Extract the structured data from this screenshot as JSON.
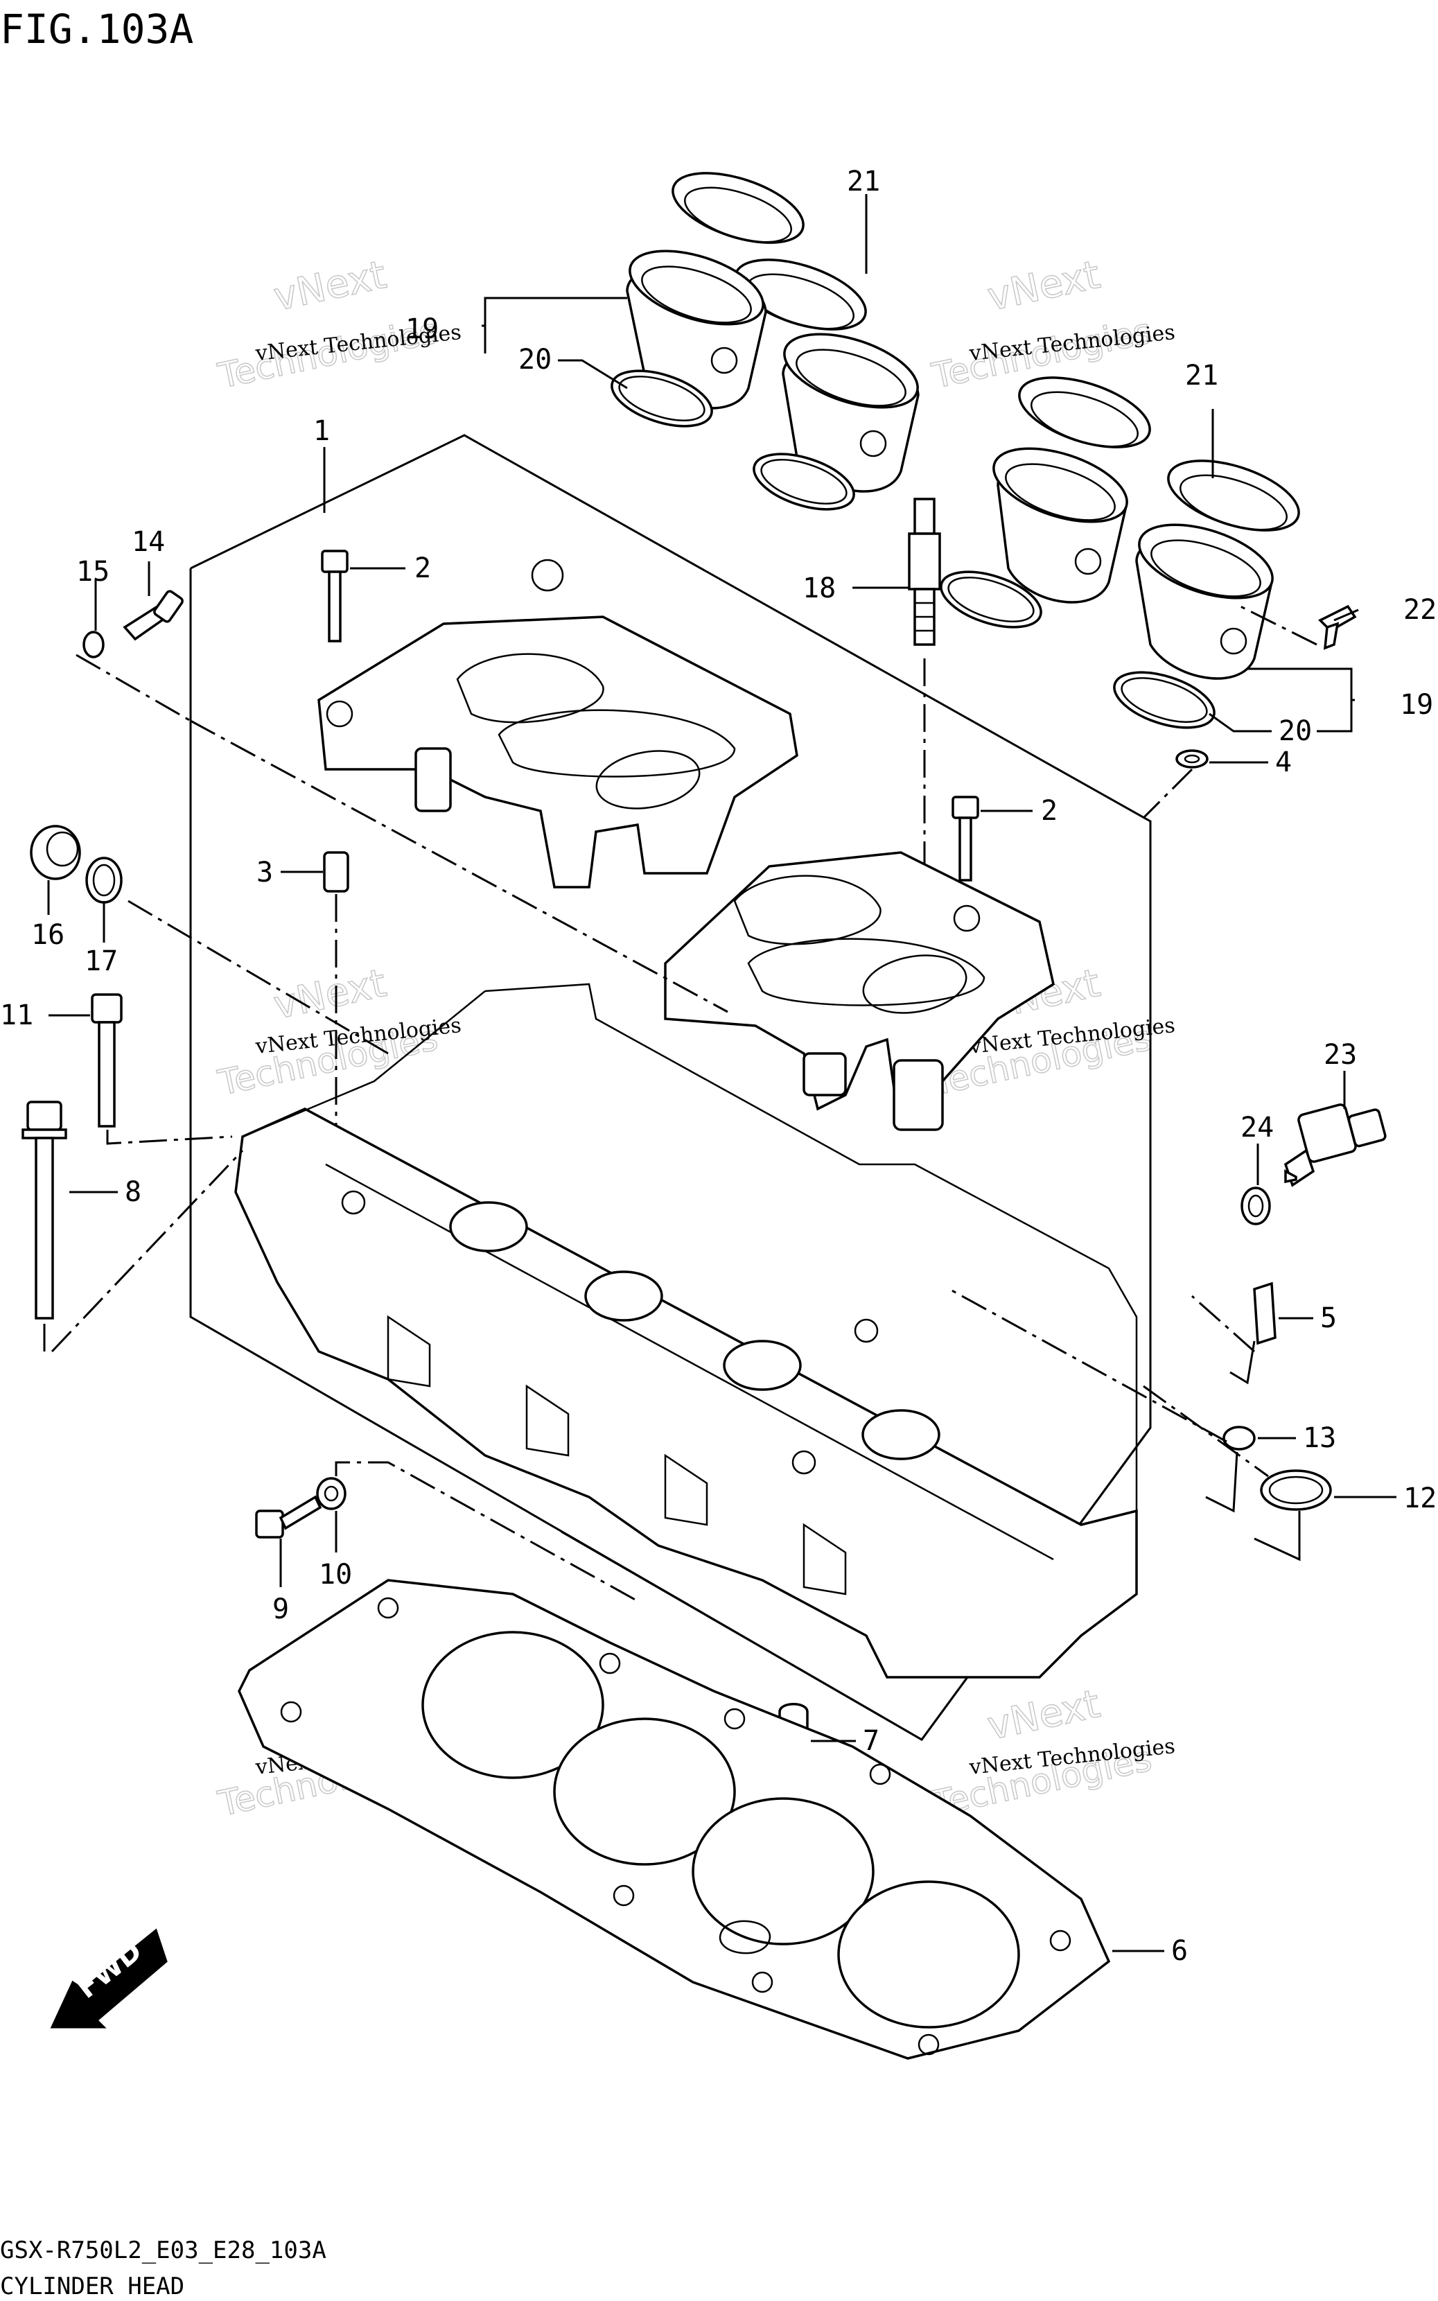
{
  "figure": {
    "title": "FIG.103A",
    "code": "GSX-R750L2_E03_E28_103A",
    "name": "CYLINDER HEAD"
  },
  "watermark": {
    "line1": "vNext Technologies",
    "line2": "vNext",
    "line3": "Technologies"
  },
  "fwd_label": "FWD",
  "callouts": {
    "c1": "1",
    "c2a": "2",
    "c2b": "2",
    "c3": "3",
    "c4": "4",
    "c5": "5",
    "c6": "6",
    "c7": "7",
    "c8": "8",
    "c9": "9",
    "c10": "10",
    "c11": "11",
    "c12": "12",
    "c13": "13",
    "c14": "14",
    "c15": "15",
    "c16": "16",
    "c17": "17",
    "c18": "18",
    "c19a": "19",
    "c19b": "19",
    "c20a": "20",
    "c20b": "20",
    "c21a": "21",
    "c21b": "21",
    "c22": "22",
    "c23": "23",
    "c24": "24"
  }
}
